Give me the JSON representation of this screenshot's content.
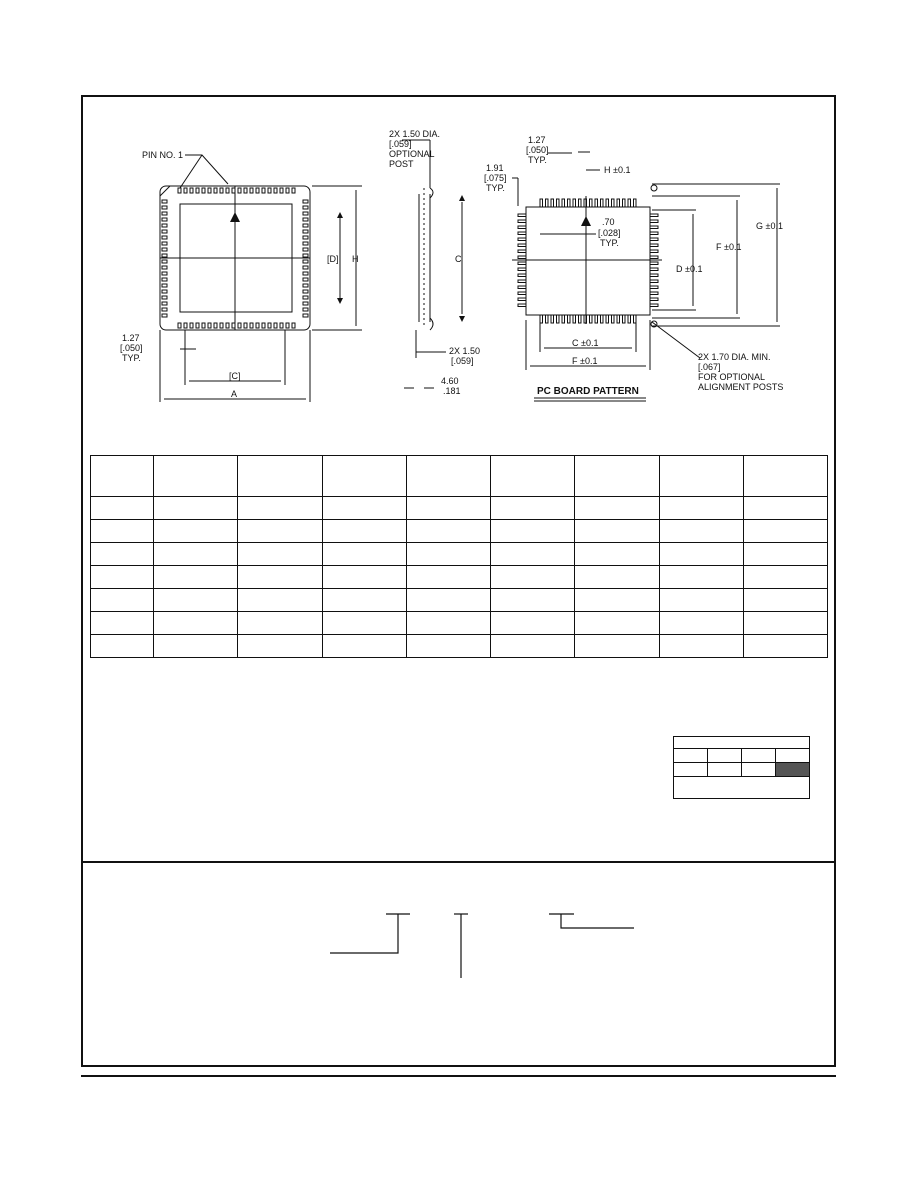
{
  "drawing": {
    "pin1_label": "PIN NO. 1",
    "label_D_bracket": "[D]",
    "label_H": "H",
    "label_C_bracket": "[C]",
    "label_A": "A",
    "pitch_mm": "1.27",
    "pitch_in": "[.050]",
    "pitch_typ": "TYP.",
    "side_dia": "2X 1.50 DIA.",
    "side_dia_in": "[.059]",
    "side_optional": "OPTIONAL",
    "side_post": "POST",
    "side_C": "C",
    "side_post_dia": "2X 1.50",
    "side_post_dia_in": "[.059]",
    "side_height_mm": "4.60",
    "side_height_in": ".181",
    "pcb_pitch_mm": "1.27",
    "pcb_pitch_in": "[.050]",
    "pcb_pitch_typ": "TYP.",
    "pcb_pad_mm": "1.91",
    "pcb_pad_in": "[.075]",
    "pcb_pad_typ": "TYP.",
    "pcb_H": "H ±0.1",
    "pcb_width_mm": ".70",
    "pcb_width_in": "[.028]",
    "pcb_width_typ": "TYP.",
    "pcb_G": "G ±0.1",
    "pcb_F_right": "F ±0.1",
    "pcb_D": "D ±0.1",
    "pcb_C": "C ±0.1",
    "pcb_F_bottom": "F ±0.1",
    "pcb_align_dia": "2X 1.70 DIA. MIN.",
    "pcb_align_in": "[.067]",
    "pcb_align_for": "FOR OPTIONAL",
    "pcb_align_posts": "ALIGNMENT POSTS",
    "pcb_title": "PC BOARD PATTERN"
  }
}
